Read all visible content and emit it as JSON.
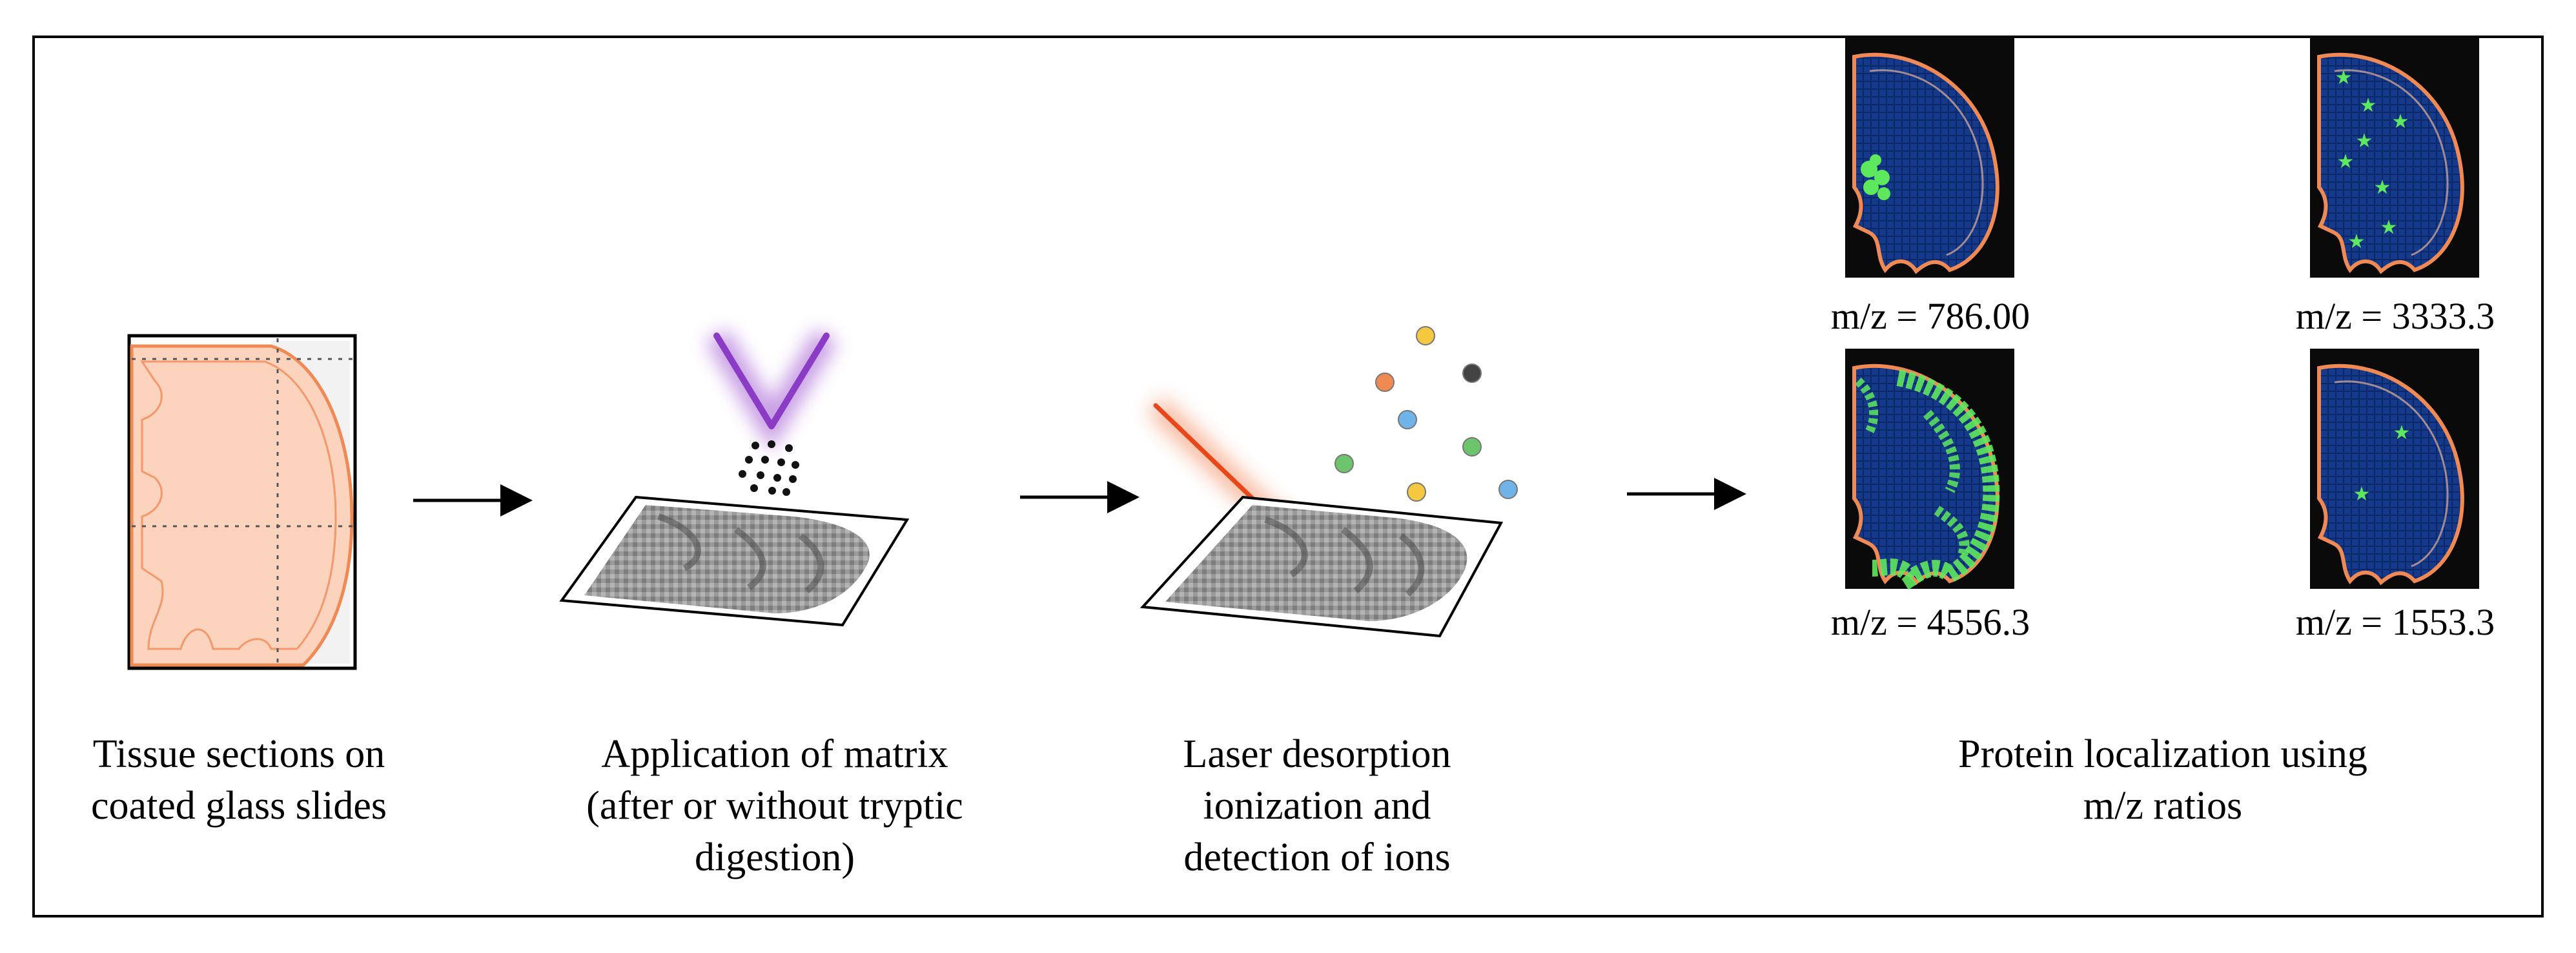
{
  "steps": [
    {
      "line1": "Tissue sections on",
      "line2": "coated glass slides",
      "line3": ""
    },
    {
      "line1": "Application of matrix",
      "line2": "(after or without tryptic",
      "line3": "digestion)"
    },
    {
      "line1": "Laser desorption",
      "line2": "ionization and",
      "line3": "detection of ions"
    },
    {
      "line1": "Protein localization using",
      "line2": "m/z ratios",
      "line3": ""
    }
  ],
  "ion_images": [
    {
      "label": "m/z = 786.00"
    },
    {
      "label": "m/z = 3333.3"
    },
    {
      "label": "m/z = 4556.3"
    },
    {
      "label": "m/z = 1553.3"
    }
  ],
  "colors": {
    "tissue_fill": "#fcd3bd",
    "tissue_outline": "#f08a55",
    "matrix_spray": "#9b4fcf",
    "laser": "#ee5a1c",
    "ion_image_bg": "#0a0a0a",
    "ion_tissue": "#153a8c",
    "signal": "#5ee85e"
  },
  "ions": [
    "#f5c842",
    "#444444",
    "#f08a55",
    "#6fb3e8",
    "#6cc46c",
    "#6cc46c",
    "#f5c842",
    "#6fb3e8"
  ]
}
